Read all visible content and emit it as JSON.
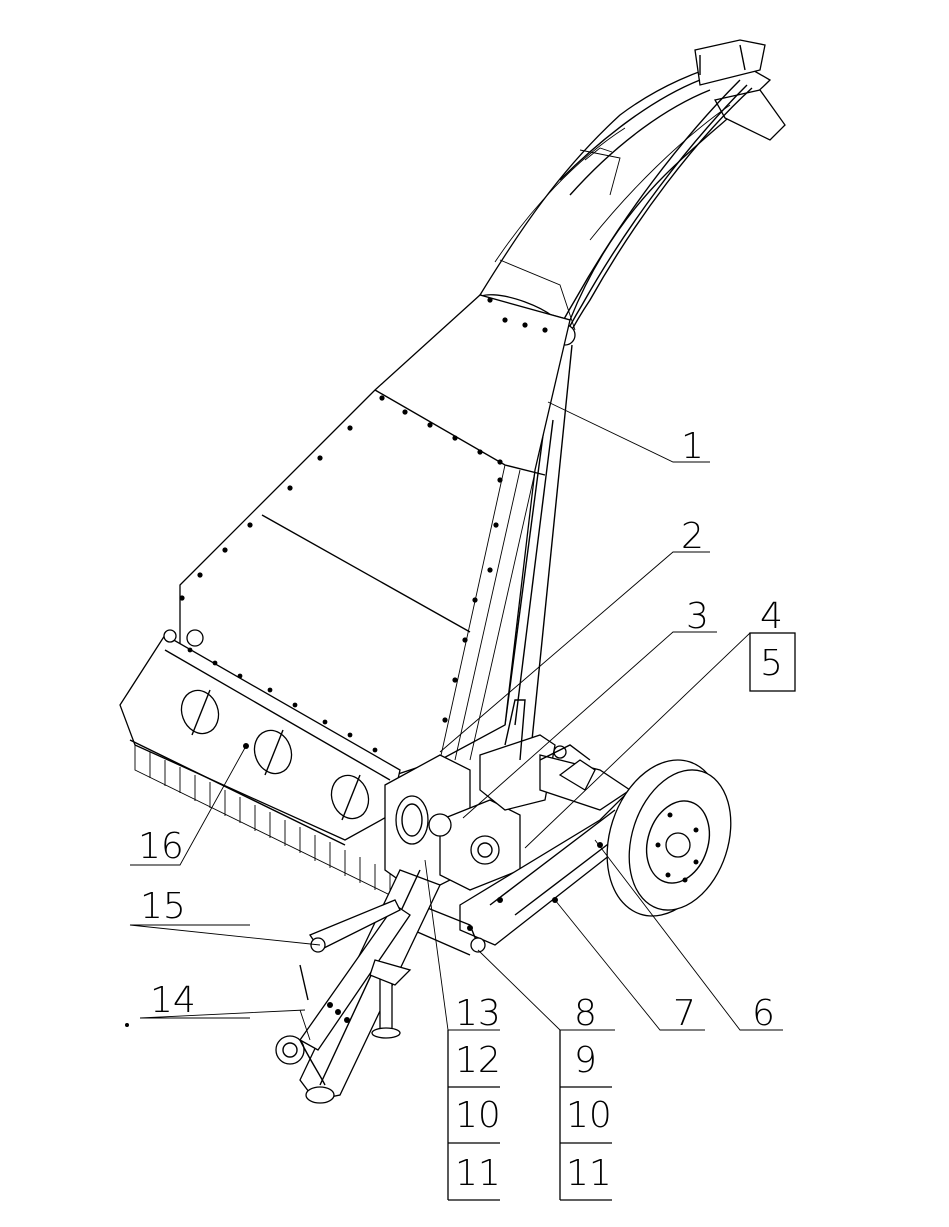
{
  "figure": {
    "callouts": [
      {
        "id": "c1",
        "text": "1"
      },
      {
        "id": "c2",
        "text": "2"
      },
      {
        "id": "c3",
        "text": "3"
      },
      {
        "id": "c4",
        "text": "4"
      },
      {
        "id": "c5",
        "text": "5"
      },
      {
        "id": "c6",
        "text": "6"
      },
      {
        "id": "c7",
        "text": "7"
      },
      {
        "id": "c8",
        "text": "8"
      },
      {
        "id": "c9",
        "text": "9"
      },
      {
        "id": "c10a",
        "text": "10"
      },
      {
        "id": "c11a",
        "text": "11"
      },
      {
        "id": "c12",
        "text": "12"
      },
      {
        "id": "c13",
        "text": "13"
      },
      {
        "id": "c10b",
        "text": "10"
      },
      {
        "id": "c11b",
        "text": "11"
      },
      {
        "id": "c14",
        "text": "14"
      },
      {
        "id": "c15",
        "text": "15"
      },
      {
        "id": "c16",
        "text": "16"
      }
    ]
  }
}
